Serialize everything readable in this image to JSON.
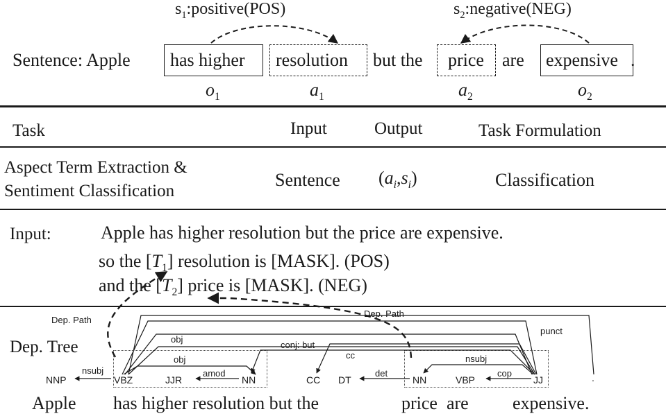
{
  "sentiment_labels": {
    "s1_prefix": "s",
    "s1_sub": "1",
    "s1_text": ":positive(POS)",
    "s2_prefix": "s",
    "s2_sub": "2",
    "s2_text": ":negative(NEG)"
  },
  "sentence": {
    "label": "Sentence: Apple",
    "opinion1": "has higher",
    "aspect1": "resolution",
    "middle": "but the",
    "aspect2": "price",
    "are": "are",
    "opinion2": "expensive",
    "period": "."
  },
  "term_labels": {
    "o1": "o",
    "o1_sub": "1",
    "a1": "a",
    "a1_sub": "1",
    "a2": "a",
    "a2_sub": "2",
    "o2": "o",
    "o2_sub": "2"
  },
  "table": {
    "headers": [
      "Task",
      "Input",
      "Output",
      "Task Formulation"
    ],
    "row": {
      "task_line1": "Aspect Term Extraction &",
      "task_line2": "Sentiment Classification",
      "input": "Sentence",
      "output_a": "a",
      "output_a_sub": "i",
      "output_sep": ",",
      "output_s": "s",
      "output_s_sub": "i",
      "formulation": "Classification"
    }
  },
  "prompt": {
    "label": "Input:",
    "line1": "Apple has higher resolution but the price are expensive.",
    "line2_pre": "so the [",
    "line2_T": "T",
    "line2_T_sub": "1",
    "line2_post": "] resolution is [MASK]. (POS)",
    "line3_pre": "and the [",
    "line3_T": "T",
    "line3_T_sub": "2",
    "line3_post": "] price is [MASK]. (NEG)"
  },
  "dep_tree": {
    "label": "Dep. Tree",
    "dep_path_label_left": "Dep. Path",
    "dep_path_label_right": "Dep. Path",
    "pos_tags": [
      "NNP",
      "VBZ",
      "JJR",
      "NN",
      "CC",
      "DT",
      "NN",
      "VBP",
      "JJ",
      "."
    ],
    "words": [
      "Apple",
      "has higher resolution but the",
      "price  are",
      "expensive."
    ],
    "relations": {
      "nsubj_left": "nsubj",
      "obj_upper": "obj",
      "obj_lower": "obj",
      "amod": "amod",
      "conj_but": "conj: but",
      "cc": "cc",
      "det": "det",
      "nsubj_right": "nsubj",
      "cop": "cop",
      "punct": "punct"
    }
  }
}
